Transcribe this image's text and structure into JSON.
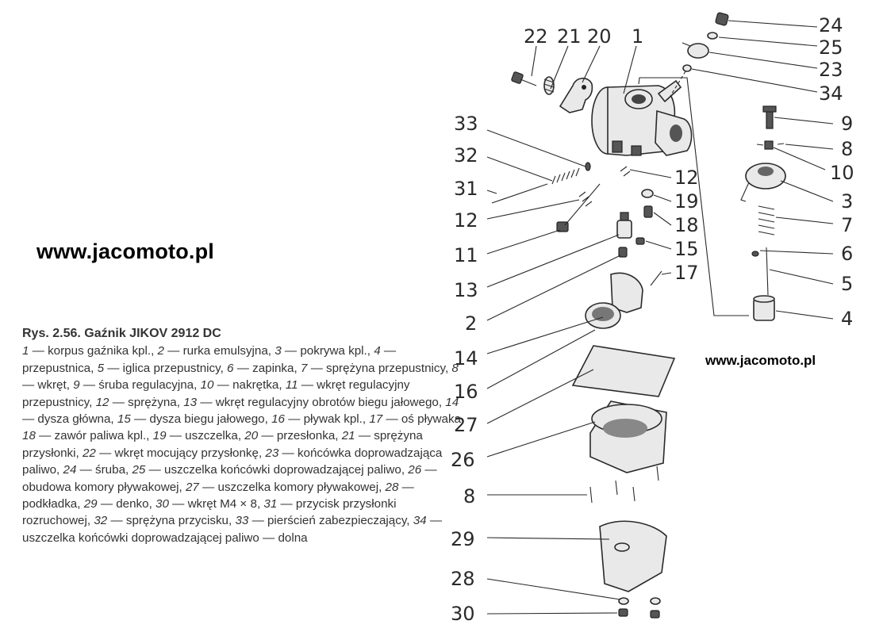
{
  "watermarks": [
    "www.jacomoto.pl",
    "www.jacomoto.pl"
  ],
  "caption": {
    "title": "Rys. 2.56. Gaźnik JIKOV 2912 DC",
    "entries": [
      {
        "n": "1",
        "t": "korpus gaźnika kpl."
      },
      {
        "n": "2",
        "t": "rurka emulsyjna"
      },
      {
        "n": "3",
        "t": "pokrywa kpl."
      },
      {
        "n": "4",
        "t": "przepustnica"
      },
      {
        "n": "5",
        "t": "iglica przepustnicy"
      },
      {
        "n": "6",
        "t": "zapinka"
      },
      {
        "n": "7",
        "t": "sprężyna przepustnicy"
      },
      {
        "n": "8",
        "t": "wkręt"
      },
      {
        "n": "9",
        "t": "śruba regulacyjna"
      },
      {
        "n": "10",
        "t": "nakrętka"
      },
      {
        "n": "11",
        "t": "wkręt regulacyjny przepustnicy"
      },
      {
        "n": "12",
        "t": "sprężyna"
      },
      {
        "n": "13",
        "t": "wkręt regulacyjny obrotów biegu jałowego"
      },
      {
        "n": "14",
        "t": "dysza główna"
      },
      {
        "n": "15",
        "t": "dysza biegu jałowego"
      },
      {
        "n": "16",
        "t": "pływak kpl."
      },
      {
        "n": "17",
        "t": "oś pływaka"
      },
      {
        "n": "18",
        "t": "zawór paliwa kpl."
      },
      {
        "n": "19",
        "t": "uszczelka"
      },
      {
        "n": "20",
        "t": "przesłonka"
      },
      {
        "n": "21",
        "t": "sprężyna przysłonki"
      },
      {
        "n": "22",
        "t": "wkręt mocujący przysłonkę"
      },
      {
        "n": "23",
        "t": "końcówka doprowadzająca paliwo"
      },
      {
        "n": "24",
        "t": "śruba"
      },
      {
        "n": "25",
        "t": "uszczelka końcówki doprowadzającej paliwo"
      },
      {
        "n": "26",
        "t": "obudowa komory pływakowej"
      },
      {
        "n": "27",
        "t": "uszczelka komory pływakowej"
      },
      {
        "n": "28",
        "t": "podkładka"
      },
      {
        "n": "29",
        "t": "denko"
      },
      {
        "n": "30",
        "t": "wkręt M4 × 8"
      },
      {
        "n": "31",
        "t": "przycisk przysłonki rozruchowej"
      },
      {
        "n": "32",
        "t": "sprężyna przycisku"
      },
      {
        "n": "33",
        "t": "pierścień zabezpieczający"
      },
      {
        "n": "34",
        "t": "uszczelka końcówki doprowadzającej paliwo — dolna"
      }
    ]
  },
  "callouts": [
    "22",
    "21",
    "20",
    "1",
    "24",
    "25",
    "23",
    "34",
    "33",
    "32",
    "31",
    "12",
    "11",
    "13",
    "2",
    "14",
    "16",
    "27",
    "26",
    "8",
    "29",
    "28",
    "30",
    "9",
    "8",
    "10",
    "3",
    "7",
    "6",
    "5",
    "4",
    "12",
    "19",
    "18",
    "15",
    "17"
  ]
}
